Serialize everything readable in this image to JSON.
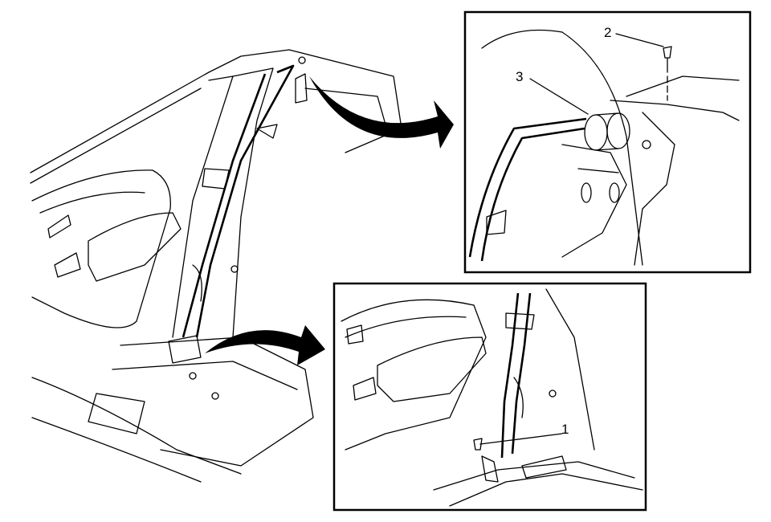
{
  "callouts": {
    "bolt_lower": "1",
    "bolt_upper": "2",
    "retractor": "3"
  },
  "colors": {
    "line": "#000000",
    "background": "#ffffff"
  }
}
